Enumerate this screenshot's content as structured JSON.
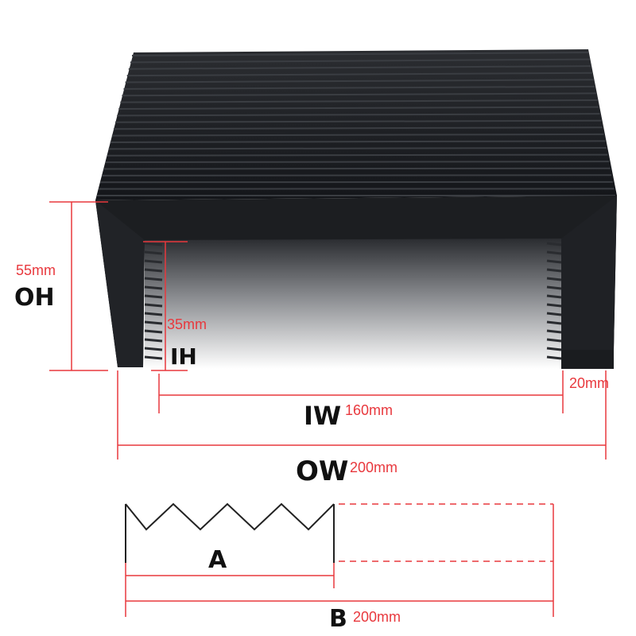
{
  "labels": {
    "oh": "OH",
    "oh_value": "55mm",
    "ih": "IH",
    "ih_value": "35mm",
    "iw": "IW",
    "iw_value": "160mm",
    "ow": "OW",
    "ow_value": "200mm",
    "flange_value": "20mm",
    "a": "A",
    "b": "B",
    "b_value": "200mm"
  },
  "colors": {
    "dimension_line": "#e8383d",
    "bellows": "#1c1e21",
    "fold_highlight": "#3a3d42",
    "profile_line": "#222222"
  }
}
